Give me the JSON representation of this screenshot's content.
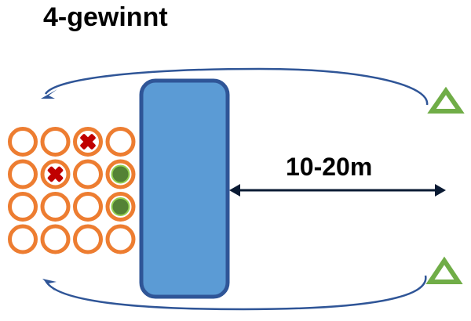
{
  "title": "4-gewinnt",
  "distance_label": "10-20m",
  "colors": {
    "ring": "#ED7D31",
    "wall_fill": "#5B9BD5",
    "wall_stroke": "#2F5597",
    "cross": "#C00000",
    "disc": "#548235",
    "cone": "#70AD47",
    "arc": "#2F5597",
    "arrow": "#0A1A33"
  },
  "icons": {
    "cross": "cross-icon",
    "disc": "green-disc-icon",
    "cone": "triangle-cone-icon"
  },
  "grid": {
    "rows": 4,
    "cols": 4,
    "cells": [
      [
        "empty",
        "empty",
        "cross",
        "empty"
      ],
      [
        "empty",
        "cross",
        "empty",
        "green"
      ],
      [
        "empty",
        "empty",
        "empty",
        "green"
      ],
      [
        "empty",
        "empty",
        "empty",
        "empty"
      ]
    ]
  }
}
